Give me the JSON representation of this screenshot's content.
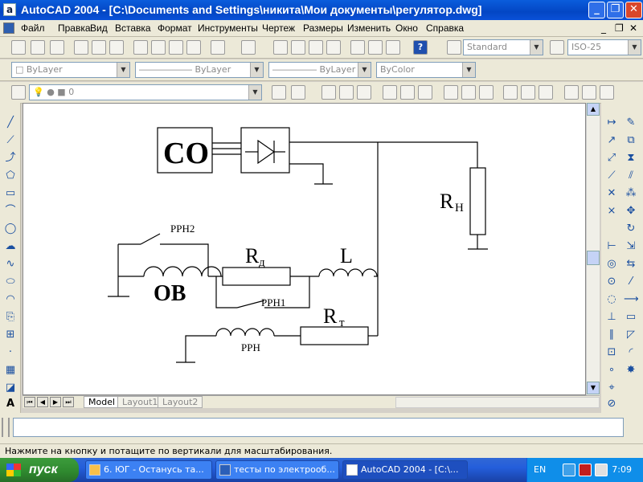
{
  "window": {
    "title": "AutoCAD 2004 - [C:\\Documents and Settings\\никита\\Мои документы\\регулятор.dwg]"
  },
  "menu": [
    "Файл",
    "Правка",
    "Вид",
    "Вставка",
    "Формат",
    "Инструменты",
    "Чертеж",
    "Размеры",
    "Изменить",
    "Окно",
    "Справка"
  ],
  "toolbar": {
    "text_style": "Standard",
    "dim_style": "ISO-25",
    "layer_color": "ByLayer",
    "linetype": "ByLayer",
    "lineweight": "ByLayer",
    "plot_style": "ByColor",
    "layer_name": "0"
  },
  "drawing": {
    "block_co": "CO",
    "label_rn_main": "R",
    "label_rn_sub": "Н",
    "label_rrn2": "РРН2",
    "label_rd_main": "R",
    "label_rd_sub": "д",
    "label_l": "L",
    "label_ov": "ОВ",
    "label_rrn1": "РРН1",
    "label_rt_main": "R",
    "label_rt_sub": "т",
    "label_rrn": "РРН"
  },
  "layout_tabs": [
    "Model",
    "Layout1",
    "Layout2"
  ],
  "status_text": "Нажмите на кнопку и потащите по вертикали для масштабирования.",
  "taskbar": {
    "start_label": "пуск",
    "tasks": [
      "6. ЮГ - Останусь та...",
      "тесты по электрооб...",
      "AutoCAD 2004 - [C:\\..."
    ],
    "lang": "EN",
    "clock": "7:09"
  }
}
